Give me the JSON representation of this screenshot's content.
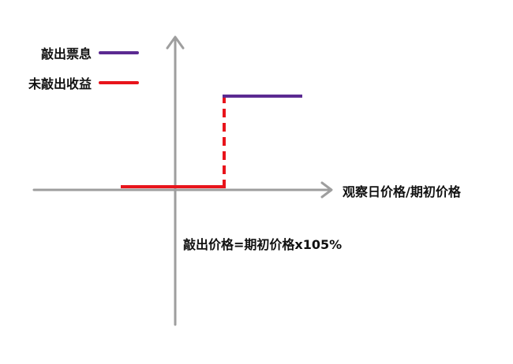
{
  "legend": {
    "items": [
      {
        "label": "敲出票息",
        "color": "#5b2a91"
      },
      {
        "label": "未敲出收益",
        "color": "#e8141b"
      }
    ]
  },
  "axes": {
    "x_label": "观察日价格/期初价格",
    "axis_color": "#9e9e9e"
  },
  "annotation": {
    "text": "敲出价格=期初价格x105%"
  }
}
